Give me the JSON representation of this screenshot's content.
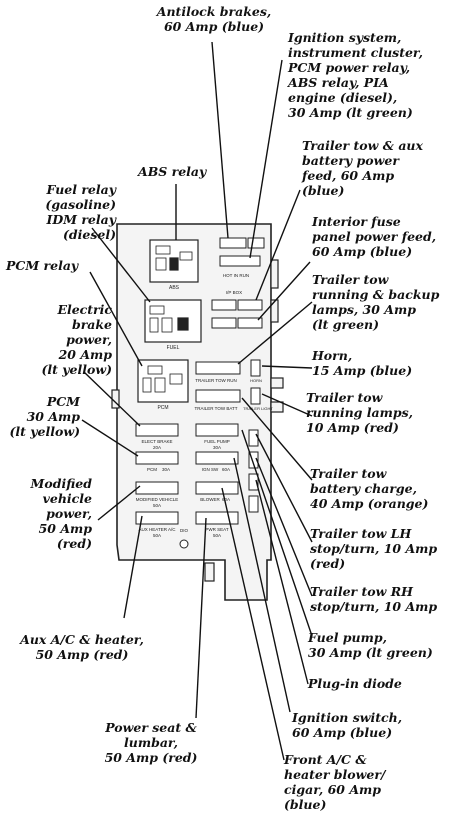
{
  "labels": {
    "antilock_brakes": "Antilock brakes,\n60 Amp (blue)",
    "ignition_system": "Ignition system,\ninstrument cluster,\nPCM power relay,\nABS relay, PIA\nengine (diesel),\n30 Amp (lt green)",
    "trailer_tow_aux_battery": "Trailer tow & aux\nbattery power\nfeed, 60 Amp\n(blue)",
    "abs_relay": "ABS relay",
    "fuel_relay": "Fuel relay\n(gasoline)\nIDM relay\n(diesel)",
    "interior_fuse_panel": "Interior fuse\npanel power feed,\n60 Amp (blue)",
    "pcm_relay": "PCM relay",
    "trailer_tow_running_backup": "Trailer tow\nrunning & backup\nlamps, 30 Amp\n(lt green)",
    "electric_brake_power": "Electric\nbrake\npower,\n20 Amp\n(lt yellow)",
    "horn": "Horn,\n15 Amp (blue)",
    "pcm_30": "PCM\n30 Amp\n(lt yellow)",
    "trailer_tow_running_lamps": "Trailer tow\nrunning lamps,\n10 Amp (red)",
    "trailer_tow_battery_charge": "Trailer tow\nbattery charge,\n40 Amp (orange)",
    "modified_vehicle_power": "Modified\nvehicle\npower,\n50 Amp\n(red)",
    "trailer_tow_lh": "Trailer tow LH\nstop/turn, 10 Amp\n(red)",
    "trailer_tow_rh": "Trailer tow RH\nstop/turn, 10 Amp",
    "aux_ac_heater": "Aux A/C & heater,\n50 Amp (red)",
    "fuel_pump": "Fuel pump,\n30 Amp (lt green)",
    "plug_in_diode": "Plug-in diode",
    "ignition_switch": "Ignition switch,\n60 Amp (blue)",
    "power_seat_lumbar": "Power seat &\nlumbar,\n50 Amp (red)",
    "front_ac_heater": "Front A/C &\nheater blower/\ncigar, 60 Amp\n(blue)"
  },
  "box_text": {
    "abs": "ABS",
    "fuel": "FUEL",
    "pcm": "PCM",
    "elect_brake": "ELECT BRAKE",
    "elect_brake_amp": "20A",
    "pcm_fuse": "PCM",
    "pcm_fuse_amp": "30A",
    "modified_vehicle": "MODIFIED VEHICLE",
    "modified_vehicle_amp": "50A",
    "aux_heater": "AUX HEATER A/C",
    "aux_heater_amp": "50A",
    "fuel_pump": "FUEL PUMP",
    "fuel_pump_amp": "30A",
    "ign_sw": "IGN SW",
    "ign_sw_amp": "60A",
    "blower": "BLOWER",
    "blower_amp": "60A",
    "pwr_seat": "PWR SEAT",
    "pwr_seat_amp": "50A",
    "diode": "DIO",
    "trailer_tow_run": "TRAILER TOW RUN",
    "trailer_tow_batt": "TRAILER TOW BATT",
    "horn": "HORN",
    "trailer_light": "TRAILER LIGHT",
    "i_p_box": "I/P BOX",
    "hot_in_run": "HOT IN RUN",
    "amp_60a": "60A"
  }
}
